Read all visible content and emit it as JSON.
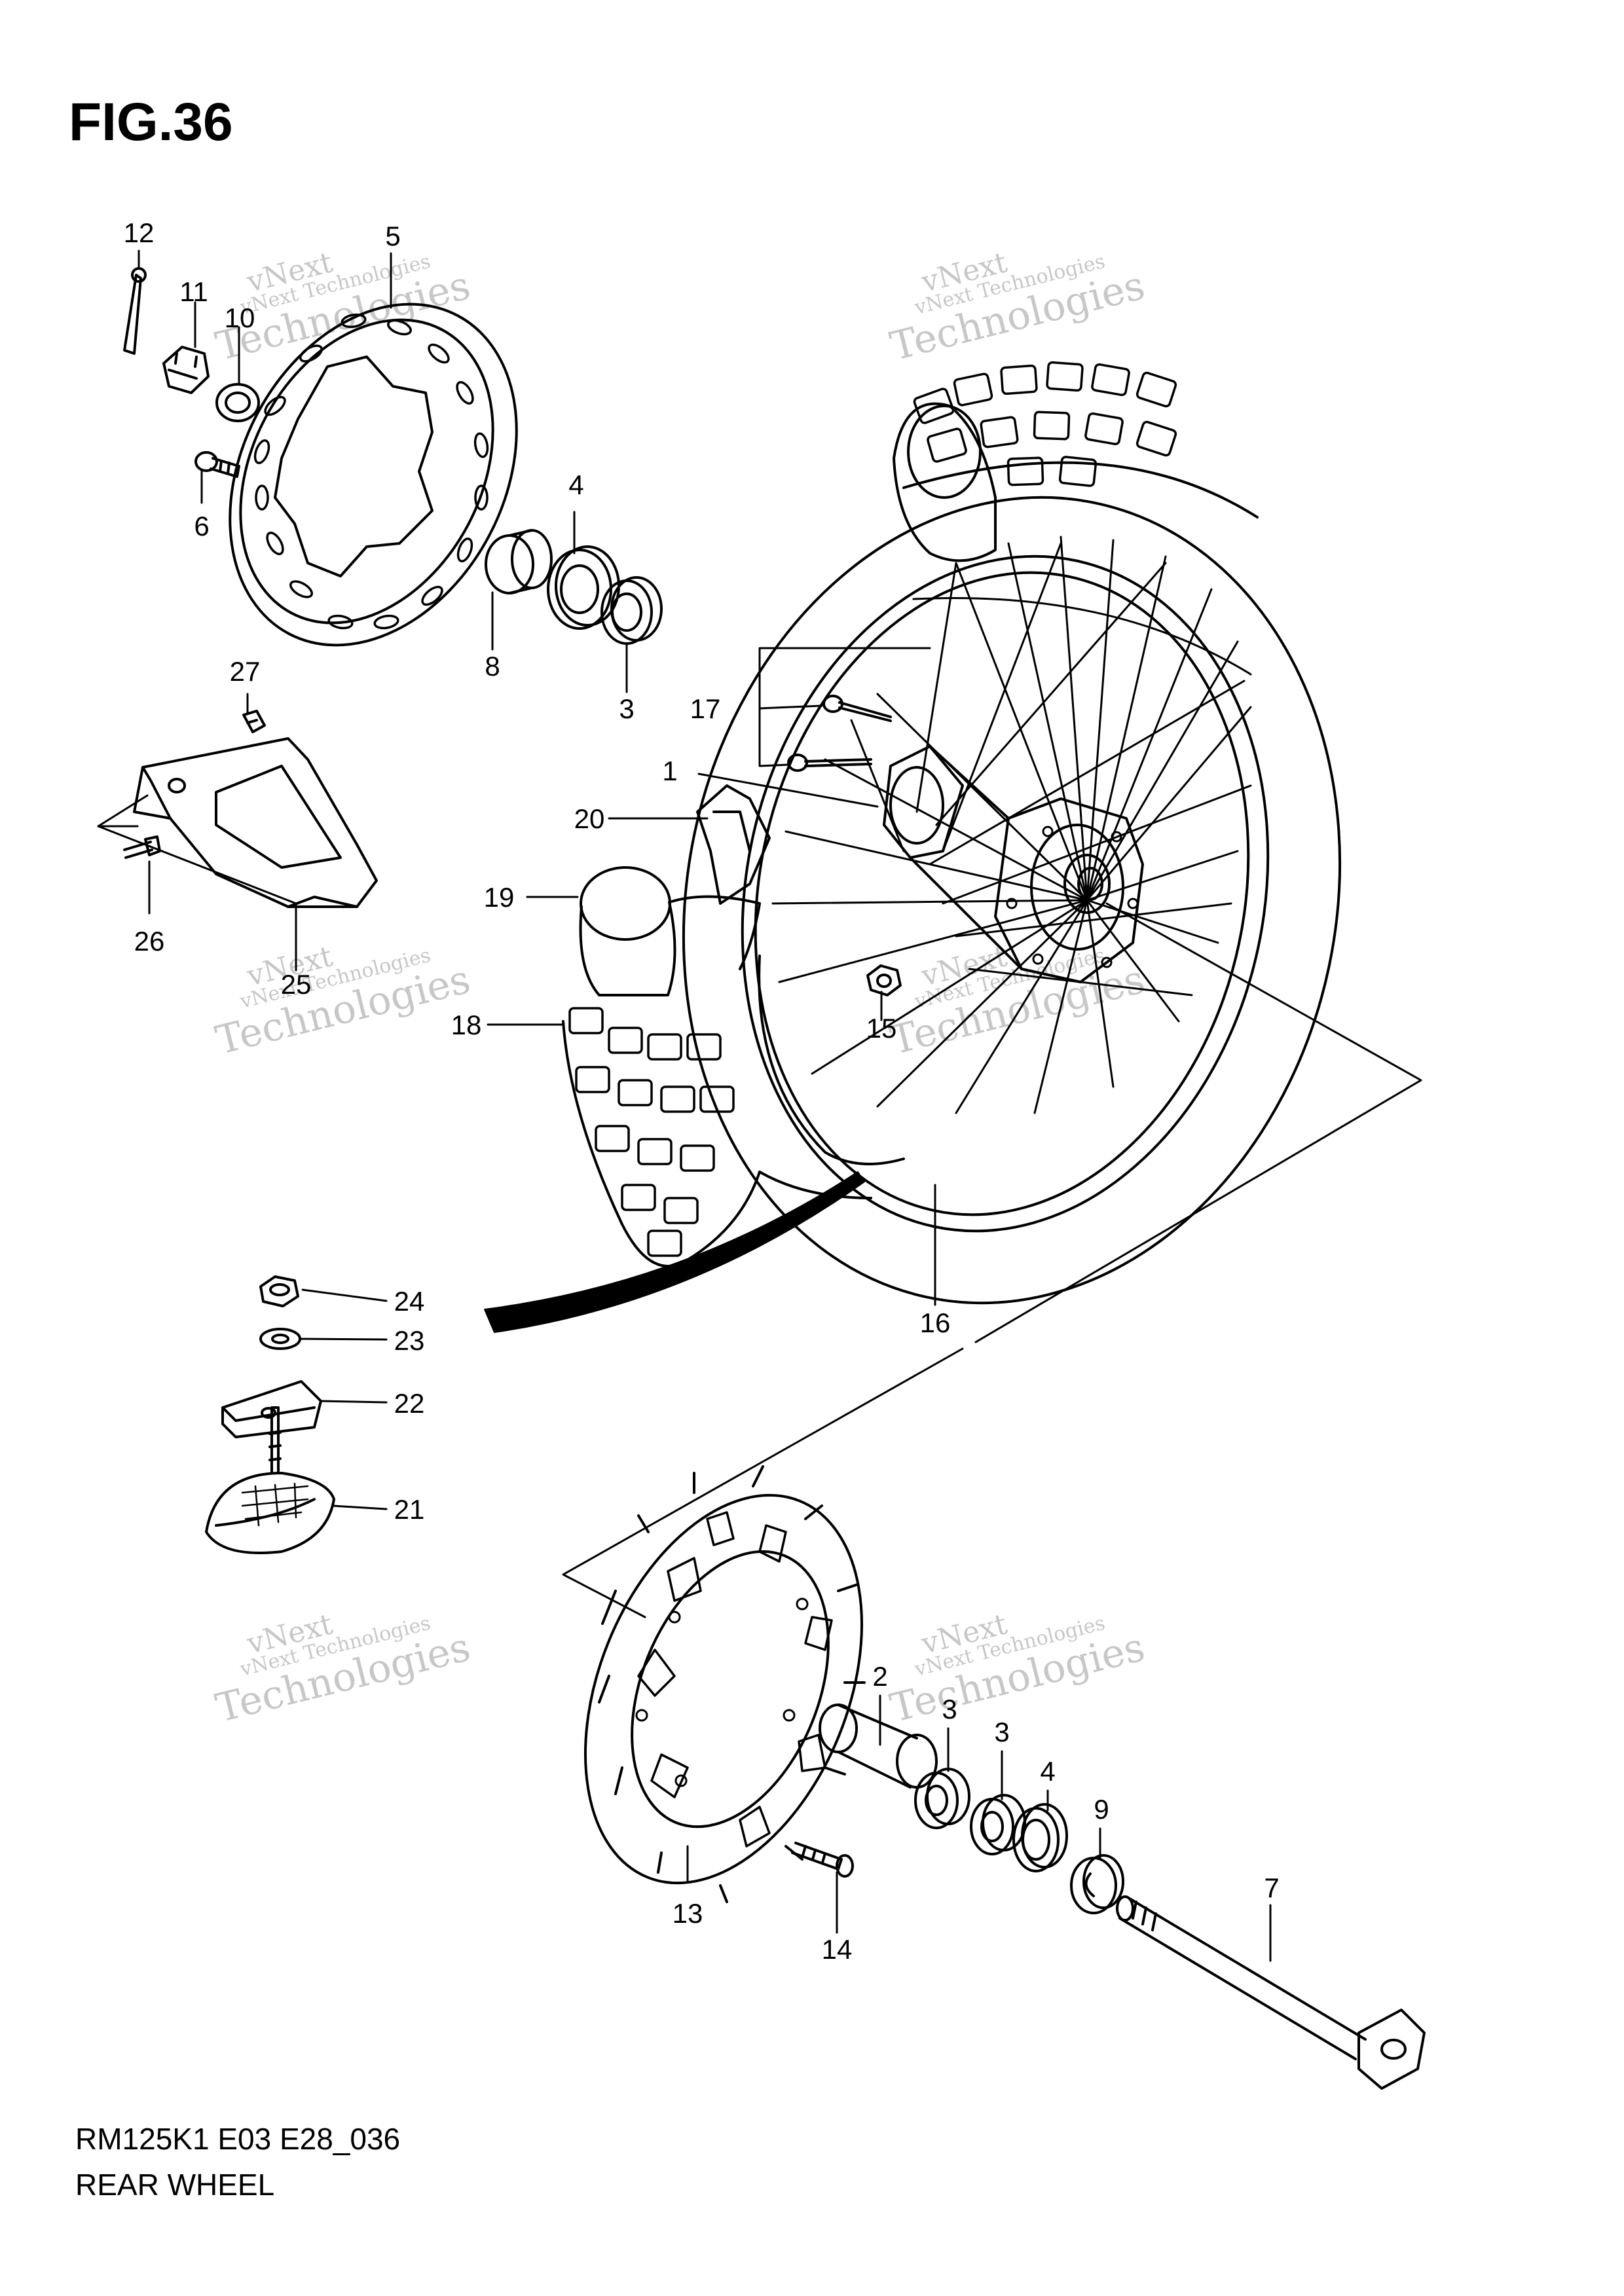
{
  "figure": {
    "title": "FIG.36"
  },
  "footer": {
    "model_code": "RM125K1 E03 E28_036",
    "section_title": "REAR WHEEL"
  },
  "watermark": {
    "line1": "vNext Technologies",
    "line2": "vNext",
    "line3": "Technologies"
  },
  "callouts": [
    {
      "id": "c12",
      "label": "12"
    },
    {
      "id": "c5",
      "label": "5"
    },
    {
      "id": "c11",
      "label": "11"
    },
    {
      "id": "c10",
      "label": "10"
    },
    {
      "id": "c6",
      "label": "6"
    },
    {
      "id": "c4a",
      "label": "4"
    },
    {
      "id": "c8",
      "label": "8"
    },
    {
      "id": "c3a",
      "label": "3"
    },
    {
      "id": "c27",
      "label": "27"
    },
    {
      "id": "c17",
      "label": "17"
    },
    {
      "id": "c1",
      "label": "1"
    },
    {
      "id": "c20",
      "label": "20"
    },
    {
      "id": "c19",
      "label": "19"
    },
    {
      "id": "c26",
      "label": "26"
    },
    {
      "id": "c25",
      "label": "25"
    },
    {
      "id": "c18",
      "label": "18"
    },
    {
      "id": "c15",
      "label": "15"
    },
    {
      "id": "c16",
      "label": "16"
    },
    {
      "id": "c24",
      "label": "24"
    },
    {
      "id": "c23",
      "label": "23"
    },
    {
      "id": "c22",
      "label": "22"
    },
    {
      "id": "c21",
      "label": "21"
    },
    {
      "id": "c2",
      "label": "2"
    },
    {
      "id": "c3b",
      "label": "3"
    },
    {
      "id": "c3c",
      "label": "3"
    },
    {
      "id": "c4b",
      "label": "4"
    },
    {
      "id": "c9",
      "label": "9"
    },
    {
      "id": "c7",
      "label": "7"
    },
    {
      "id": "c13",
      "label": "13"
    },
    {
      "id": "c14",
      "label": "14"
    }
  ]
}
